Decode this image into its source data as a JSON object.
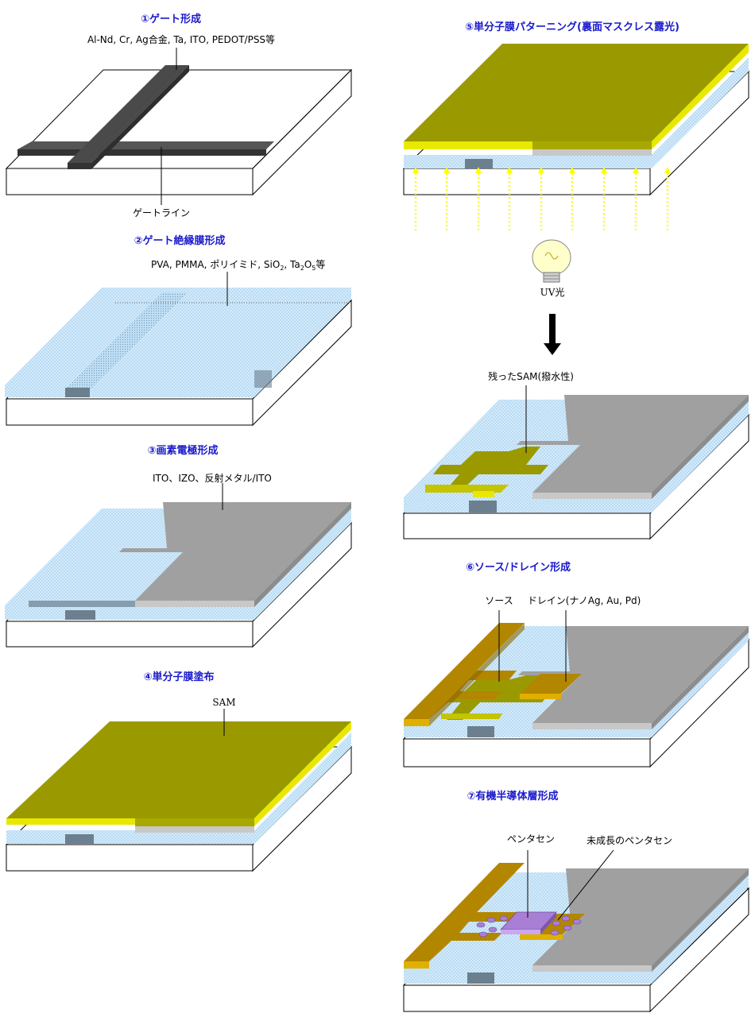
{
  "steps": {
    "s1": {
      "title": "①ゲート形成",
      "materials": "Al-Nd, Cr, Ag合金, Ta, ITO, PEDOT/PSS等",
      "gate_line": "ゲートライン"
    },
    "s2": {
      "title": "②ゲート絶縁膜形成",
      "materials_pre": "PVA, PMMA, ポリイミド, SiO",
      "sub1": "2",
      "mid": ", Ta",
      "sub2": "2",
      "mid2": "O",
      "sub3": "5",
      "post": "等"
    },
    "s3": {
      "title": "③画素電極形成",
      "materials": "ITO、IZO、反射メタル/ITO"
    },
    "s4": {
      "title": "④単分子膜塗布",
      "sam": "SAM"
    },
    "s5": {
      "title": "⑤単分子膜パターニング(裏面マスクレス露光)",
      "uv": "UV光",
      "remaining": "残ったSAM(撥水性)"
    },
    "s6": {
      "title": "⑥ソース/ドレイン形成",
      "source": "ソース",
      "drain": "ドレイン(ナノAg, Au, Pd)"
    },
    "s7": {
      "title": "⑦有機半導体層形成",
      "pentacene": "ペンタセン",
      "ungrown": "未成長のペンタセン"
    }
  },
  "colors": {
    "substrate_outline": "#000000",
    "gate": "#444444",
    "insulator": "#b9dcf5",
    "pixel_electrode": "#a0a0a0",
    "sam_top": "#9a9a00",
    "sam_edge": "#e8e800",
    "source_drain": "#b38600",
    "pentacene": "#a97fd6",
    "uv_light": "#ffff00",
    "title_text": "#1a1acc"
  }
}
